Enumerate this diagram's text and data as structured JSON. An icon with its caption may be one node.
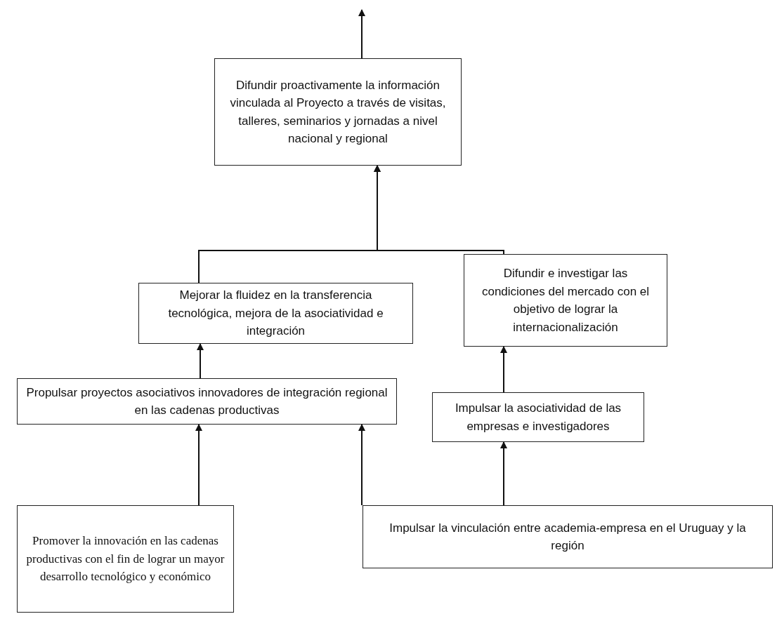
{
  "diagram": {
    "nodes": [
      {
        "text": [
          "Difundir proactivamente la información vinculada al Proyecto a través de visitas, talleres, seminarios y jornadas a nivel nacional y regional"
        ]
      },
      {
        "text": [
          "Mejorar la fluidez en la transferencia tecnológica, mejora de la asociatividad e integración"
        ]
      },
      {
        "text": [
          "Difundir e investigar las condiciones del mercado con el objetivo de lograr la internacionalización"
        ]
      },
      {
        "text": [
          "Propulsar proyectos asociativos innovadores de integración regional en las cadenas productivas"
        ]
      },
      {
        "text": [
          "Impulsar la asociatividad de las empresas e investigadores"
        ]
      },
      {
        "text": [
          "Promover la innovación en las cadenas productivas con el fin de lograr un mayor desarrollo tecnológico y económico"
        ]
      },
      {
        "text": [
          "Impulsar la vinculación entre academia-empresa en el Uruguay y la región"
        ]
      }
    ],
    "edges": [
      {
        "from": 0,
        "to": null,
        "arrow": "to"
      },
      {
        "from": 1,
        "to": 0,
        "arrow": "to"
      },
      {
        "from": 2,
        "to": 0,
        "arrow": "to"
      },
      {
        "from": 3,
        "to": 1,
        "arrow": "to"
      },
      {
        "from": 4,
        "to": 2,
        "arrow": "to"
      },
      {
        "from": 5,
        "to": 3,
        "arrow": "to"
      },
      {
        "from": 6,
        "to": 3,
        "arrow": "to"
      },
      {
        "from": 6,
        "to": 4,
        "arrow": "to"
      }
    ]
  }
}
